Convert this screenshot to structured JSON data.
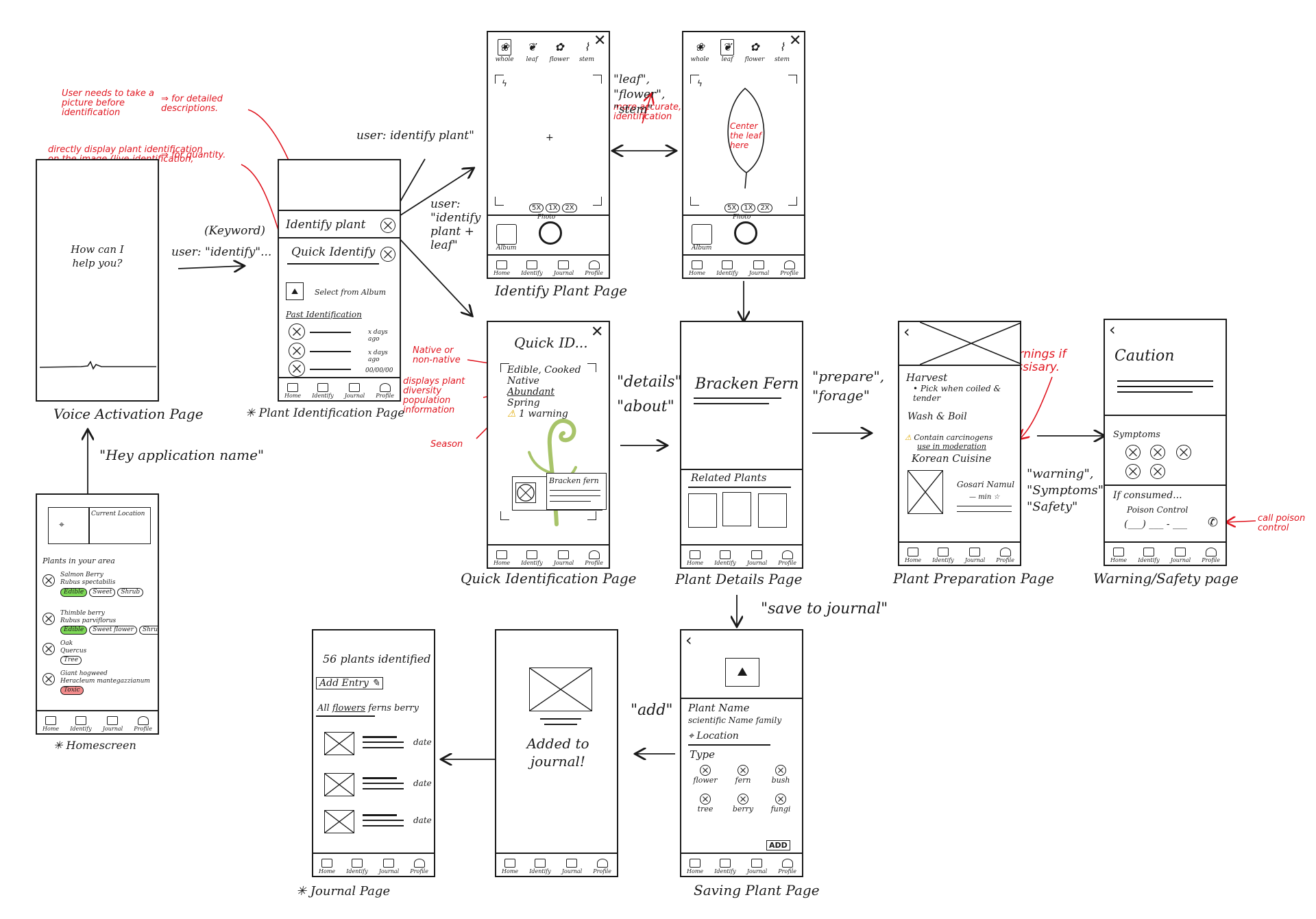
{
  "captions": {
    "voice": "Voice Activation Page",
    "plant_id": "Plant Identification Page",
    "identify": "Identify Plant Page",
    "quick_id": "Quick Identification Page",
    "details": "Plant Details Page",
    "preparation": "Plant Preparation Page",
    "warning": "Warning/Safety page",
    "homescreen": "Homescreen",
    "journal": "Journal Page",
    "saving": "Saving Plant Page"
  },
  "star": "✳",
  "flow_labels": {
    "hey_app": "\"Hey application name\"",
    "keyword": "(Keyword)",
    "user_identify": "user: \"identify\"...",
    "user_identify_plant": "user: identify plant\"",
    "user_identify_leaf": "user: \"identify plant + leaf\"",
    "leaf_flower_stem": "\"leaf\", \"flower\", \"stem\"",
    "details_about": "\"details\", \"about\"",
    "prepare_forage": "\"prepare\", \"forage\"",
    "warning_symptoms": "\"warning\", \"Symptoms\", \"Safety\"",
    "save_to_journal": "\"save to journal\"",
    "add": "\"add\""
  },
  "annotations": {
    "picture_needed": "User needs to take a picture before identification",
    "detailed": "⇒ for detailed descriptions.",
    "direct_display": "directly display plant identification on the image (live-identification, efficient)",
    "quantity": "⇒ for quantity.",
    "more_accurate": "more accurate, specific identification",
    "center_leaf": "Center the leaf here",
    "native": "Native or non-native",
    "diversity": "displays plant diversity population information",
    "season": "Season",
    "warnings_if": "warnings if nessisary.",
    "call_poison": "call poison control"
  },
  "nav": [
    "Home",
    "Identify",
    "Journal",
    "Profile"
  ],
  "voice": {
    "prompt": "How can I help you?"
  },
  "plant_id": {
    "identify_plant": "Identify plant",
    "quick_identify": "Quick Identify",
    "album": "Select from Album",
    "past": "Past Identification",
    "rows": [
      "x days ago",
      "x days ago",
      "00/00/00"
    ]
  },
  "camera": {
    "tabs": [
      "whole",
      "leaf",
      "flower",
      "stem"
    ],
    "zoom": [
      "5X",
      "1X",
      "2X"
    ],
    "photo": "Photo",
    "album": "Album"
  },
  "quick_id": {
    "title": "Quick ID...",
    "info": [
      "Edible, Cooked",
      "Native",
      "Abundant",
      "Spring"
    ],
    "warning": "1 warning",
    "card": "Bracken fern"
  },
  "details": {
    "name": "Bracken Fern",
    "related": "Related Plants"
  },
  "preparation": {
    "harvest": "Harvest",
    "pick": "• Pick when coiled & tender",
    "wash": "Wash & Boil",
    "warning_1": "Contain carcinogens",
    "warning_2": "use in moderation",
    "cuisine": "Korean Cuisine",
    "dish": "Gosari Namul",
    "time": "min"
  },
  "safety": {
    "title": "Caution",
    "symptoms": "Symptoms",
    "if_consumed": "If consumed...",
    "poison": "Poison Control"
  },
  "home": {
    "location": "Current Location",
    "plants_label": "Plants in your area",
    "plants": [
      {
        "name": "Salmon Berry",
        "sci": "Rubus spectabilis",
        "tags": [
          "Edible",
          "Sweet",
          "Shrub"
        ]
      },
      {
        "name": "Thimble berry",
        "sci": "Rubus parviflorus",
        "tags": [
          "Edible",
          "Sweet flower",
          "Shrub"
        ]
      },
      {
        "name": "Oak",
        "sci": "Quercus",
        "tags": [
          "Tree"
        ]
      },
      {
        "name": "Giant hogweed",
        "sci": "Heracleum mantegazzianum",
        "tags": [
          "Toxic"
        ]
      }
    ]
  },
  "journal": {
    "count": "56 plants identified",
    "add": "Add Entry",
    "filters": [
      "All",
      "flowers",
      "ferns",
      "berry"
    ],
    "date": "date"
  },
  "added": {
    "text": "Added to journal!"
  },
  "saving": {
    "name": "Plant Name",
    "sci": "scientific Name family",
    "location": "Location",
    "type": "Type",
    "types": [
      "flower",
      "fern",
      "bush",
      "tree",
      "berry",
      "fungi"
    ],
    "add": "ADD"
  },
  "colors": {
    "ink": "#1a1a1a",
    "annotation": "#e0151f",
    "edible": "#7ed957",
    "toxic": "#f28b8b",
    "fern_stem": "#a8c46a"
  }
}
